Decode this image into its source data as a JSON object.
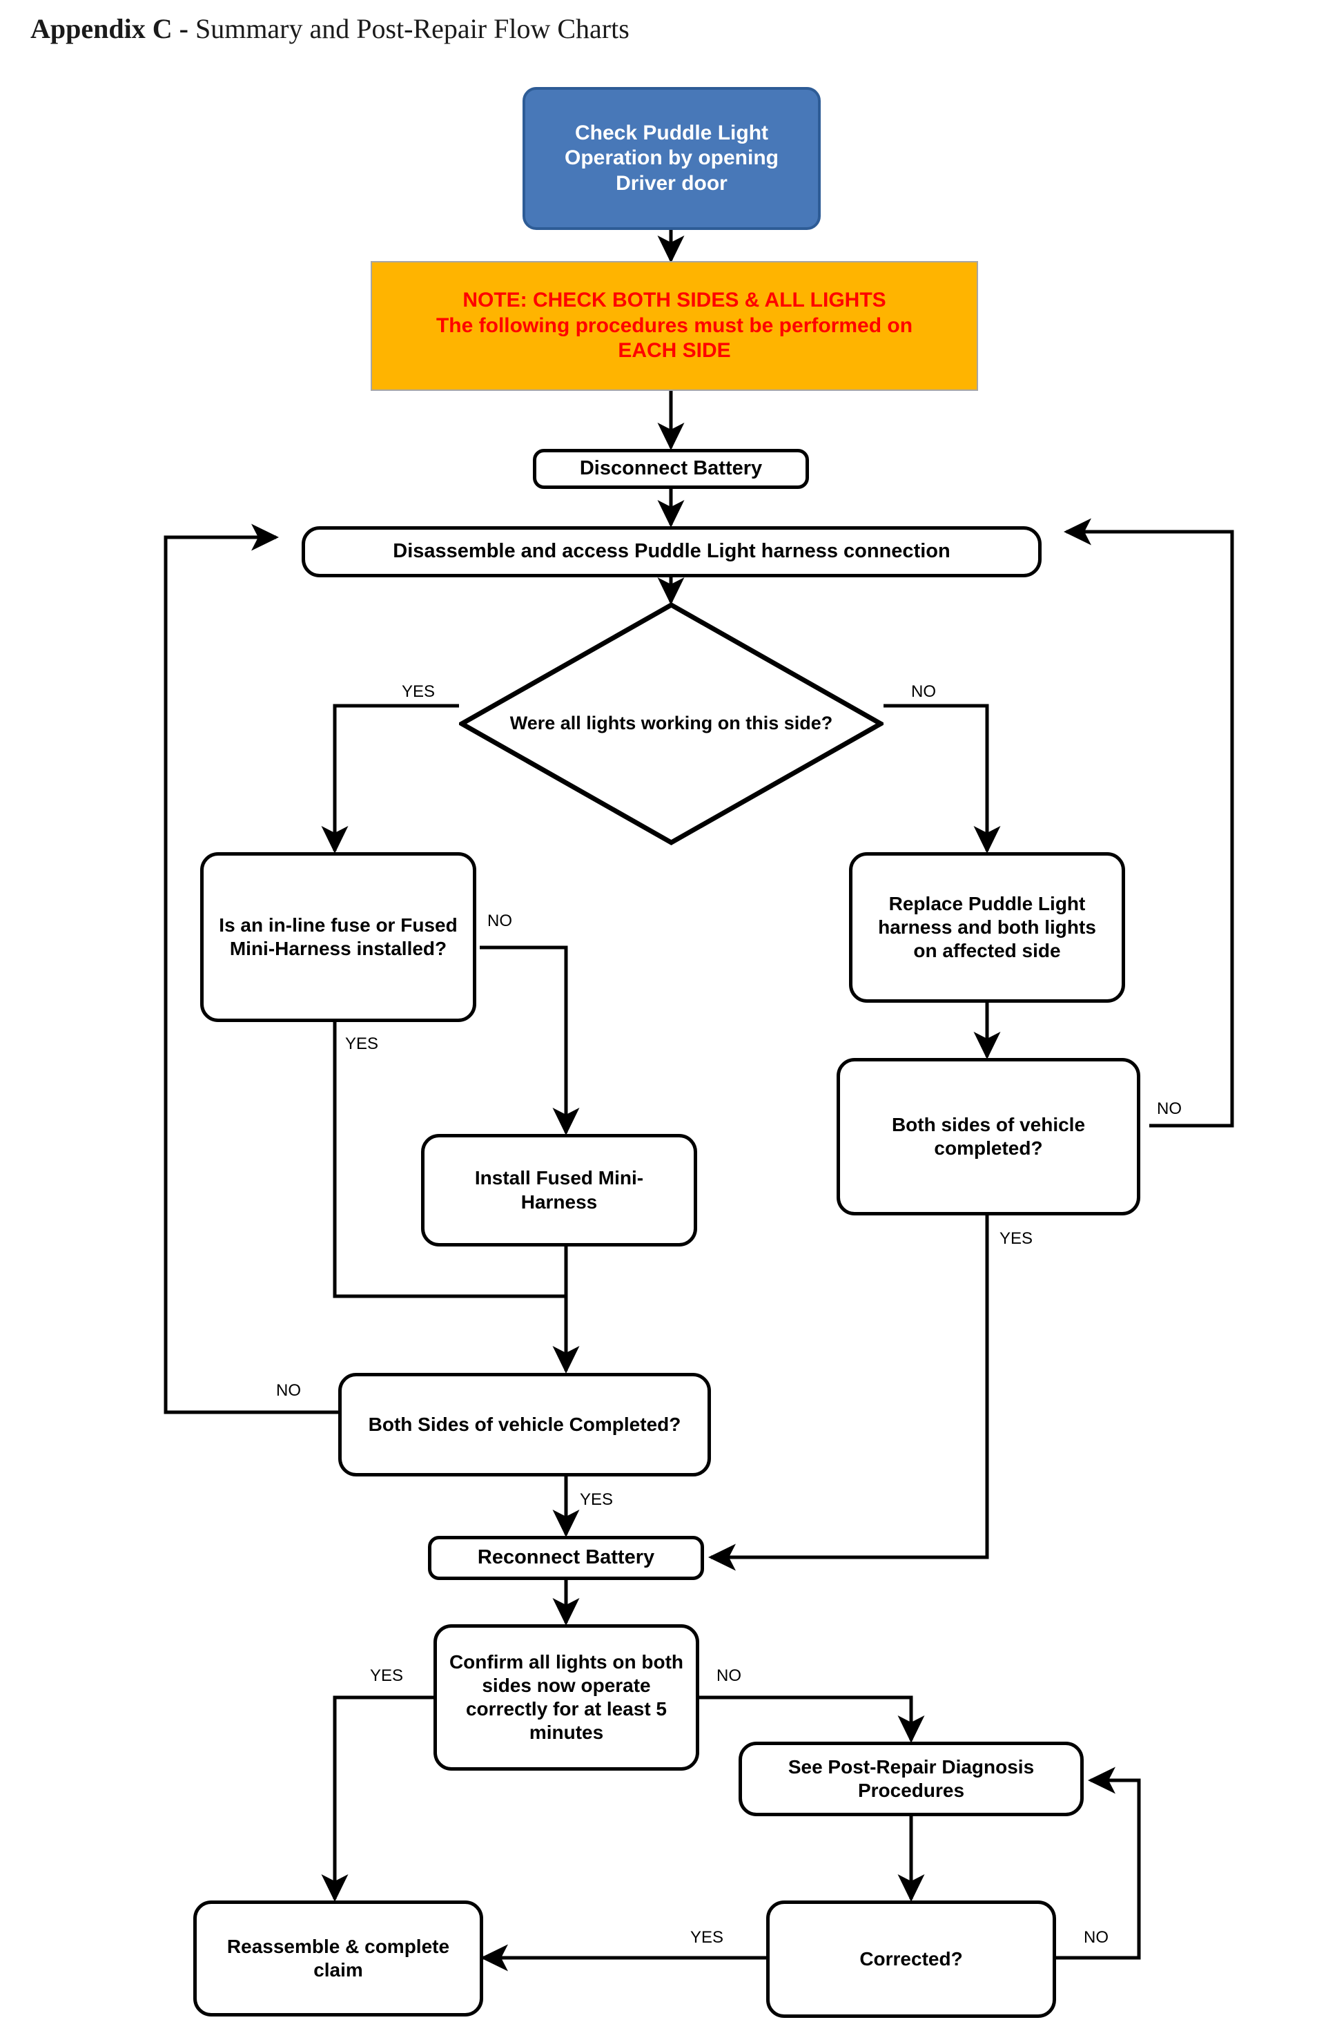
{
  "page": {
    "title_bold": "Appendix C - ",
    "title_rest": "Summary and Post-Repair Flow Charts",
    "colors": {
      "start_fill": "#4878B8",
      "start_border": "#2E5C96",
      "note_fill": "#FFB400",
      "note_border": "#A6A6A6",
      "note_text": "#FF0000",
      "node_border": "#000000",
      "node_fill": "#FFFFFF",
      "text": "#000000"
    }
  },
  "chart_data": {
    "type": "diagram",
    "title": "Appendix C - Summary and Post-Repair Flow Charts"
  },
  "nodes": {
    "start": {
      "label": "Check Puddle Light Operation by opening Driver door"
    },
    "note": {
      "line1": "NOTE: CHECK BOTH SIDES & ALL LIGHTS",
      "line2": "The following procedures must be performed on",
      "line3": "EACH SIDE"
    },
    "disconnect_battery": {
      "label": "Disconnect Battery"
    },
    "disassemble": {
      "label": "Disassemble and access Puddle Light harness connection"
    },
    "decision_lights": {
      "label": "Were all lights working on this side?"
    },
    "fuse_question": {
      "label": "Is an in-line fuse or Fused Mini-Harness installed?"
    },
    "replace_harness": {
      "label": "Replace Puddle Light harness and both lights on affected side"
    },
    "install_harness": {
      "label": "Install Fused Mini-Harness"
    },
    "both_sides_right": {
      "label": "Both sides of vehicle completed?"
    },
    "both_sides_left": {
      "label": "Both Sides of vehicle Completed?"
    },
    "reconnect_battery": {
      "label": "Reconnect Battery"
    },
    "confirm_lights": {
      "label": "Confirm all lights on both sides now operate correctly for at least 5 minutes"
    },
    "post_repair": {
      "label": "See Post-Repair Diagnosis Procedures"
    },
    "corrected": {
      "label": "Corrected?"
    },
    "reassemble": {
      "label": "Reassemble & complete claim"
    }
  },
  "edge_labels": {
    "lights_yes": "YES",
    "lights_no": "NO",
    "fuse_no": "NO",
    "fuse_yes": "YES",
    "both_right_no": "NO",
    "both_right_yes": "YES",
    "both_left_no": "NO",
    "both_left_yes": "YES",
    "confirm_yes": "YES",
    "confirm_no": "NO",
    "corrected_yes": "YES",
    "corrected_no": "NO"
  }
}
